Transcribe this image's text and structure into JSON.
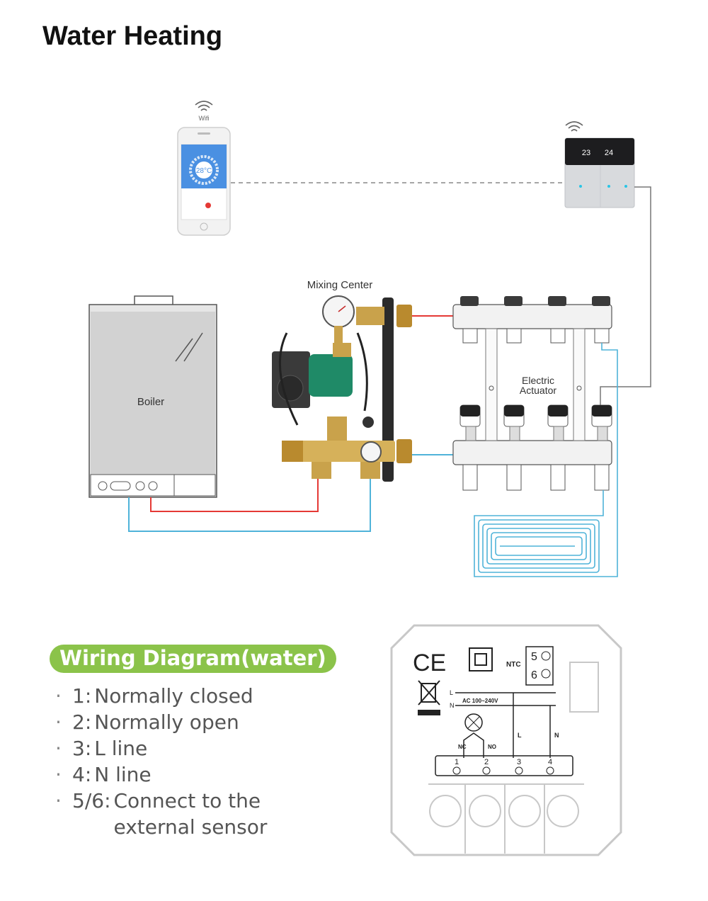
{
  "title": "Water Heating",
  "labels": {
    "wifi": "Wifi",
    "mixing_center": "Mixing Center",
    "boiler": "Boiler",
    "electric_actuator_line1": "Electric",
    "electric_actuator_line2": "Actuator",
    "phone_temp": "28°C",
    "thermostat_temp_left": "23",
    "thermostat_temp_right": "24"
  },
  "colors": {
    "hot_pipe": "#e53935",
    "cold_pipe": "#4fb3d9",
    "signal_line": "#777777",
    "badge": "#8bc34a"
  },
  "wiring": {
    "heading": "Wiring Diagram(water)",
    "items": [
      {
        "num": "1:",
        "text": "Normally closed"
      },
      {
        "num": "2:",
        "text": "Normally open"
      },
      {
        "num": "3:",
        "text": "L line"
      },
      {
        "num": "4:",
        "text": "N line"
      },
      {
        "num": "5/6:",
        "text": "Connect to the external sensor"
      }
    ]
  },
  "terminal": {
    "ce_mark": "CE",
    "ntc": "NTC",
    "t5": "5",
    "t6": "6",
    "l": "L",
    "n": "N",
    "ac": "AC 100~240V",
    "nc": "NC",
    "no": "NO",
    "l_bus": "L",
    "n_bus": "N",
    "terminals": [
      "1",
      "2",
      "3",
      "4"
    ]
  }
}
